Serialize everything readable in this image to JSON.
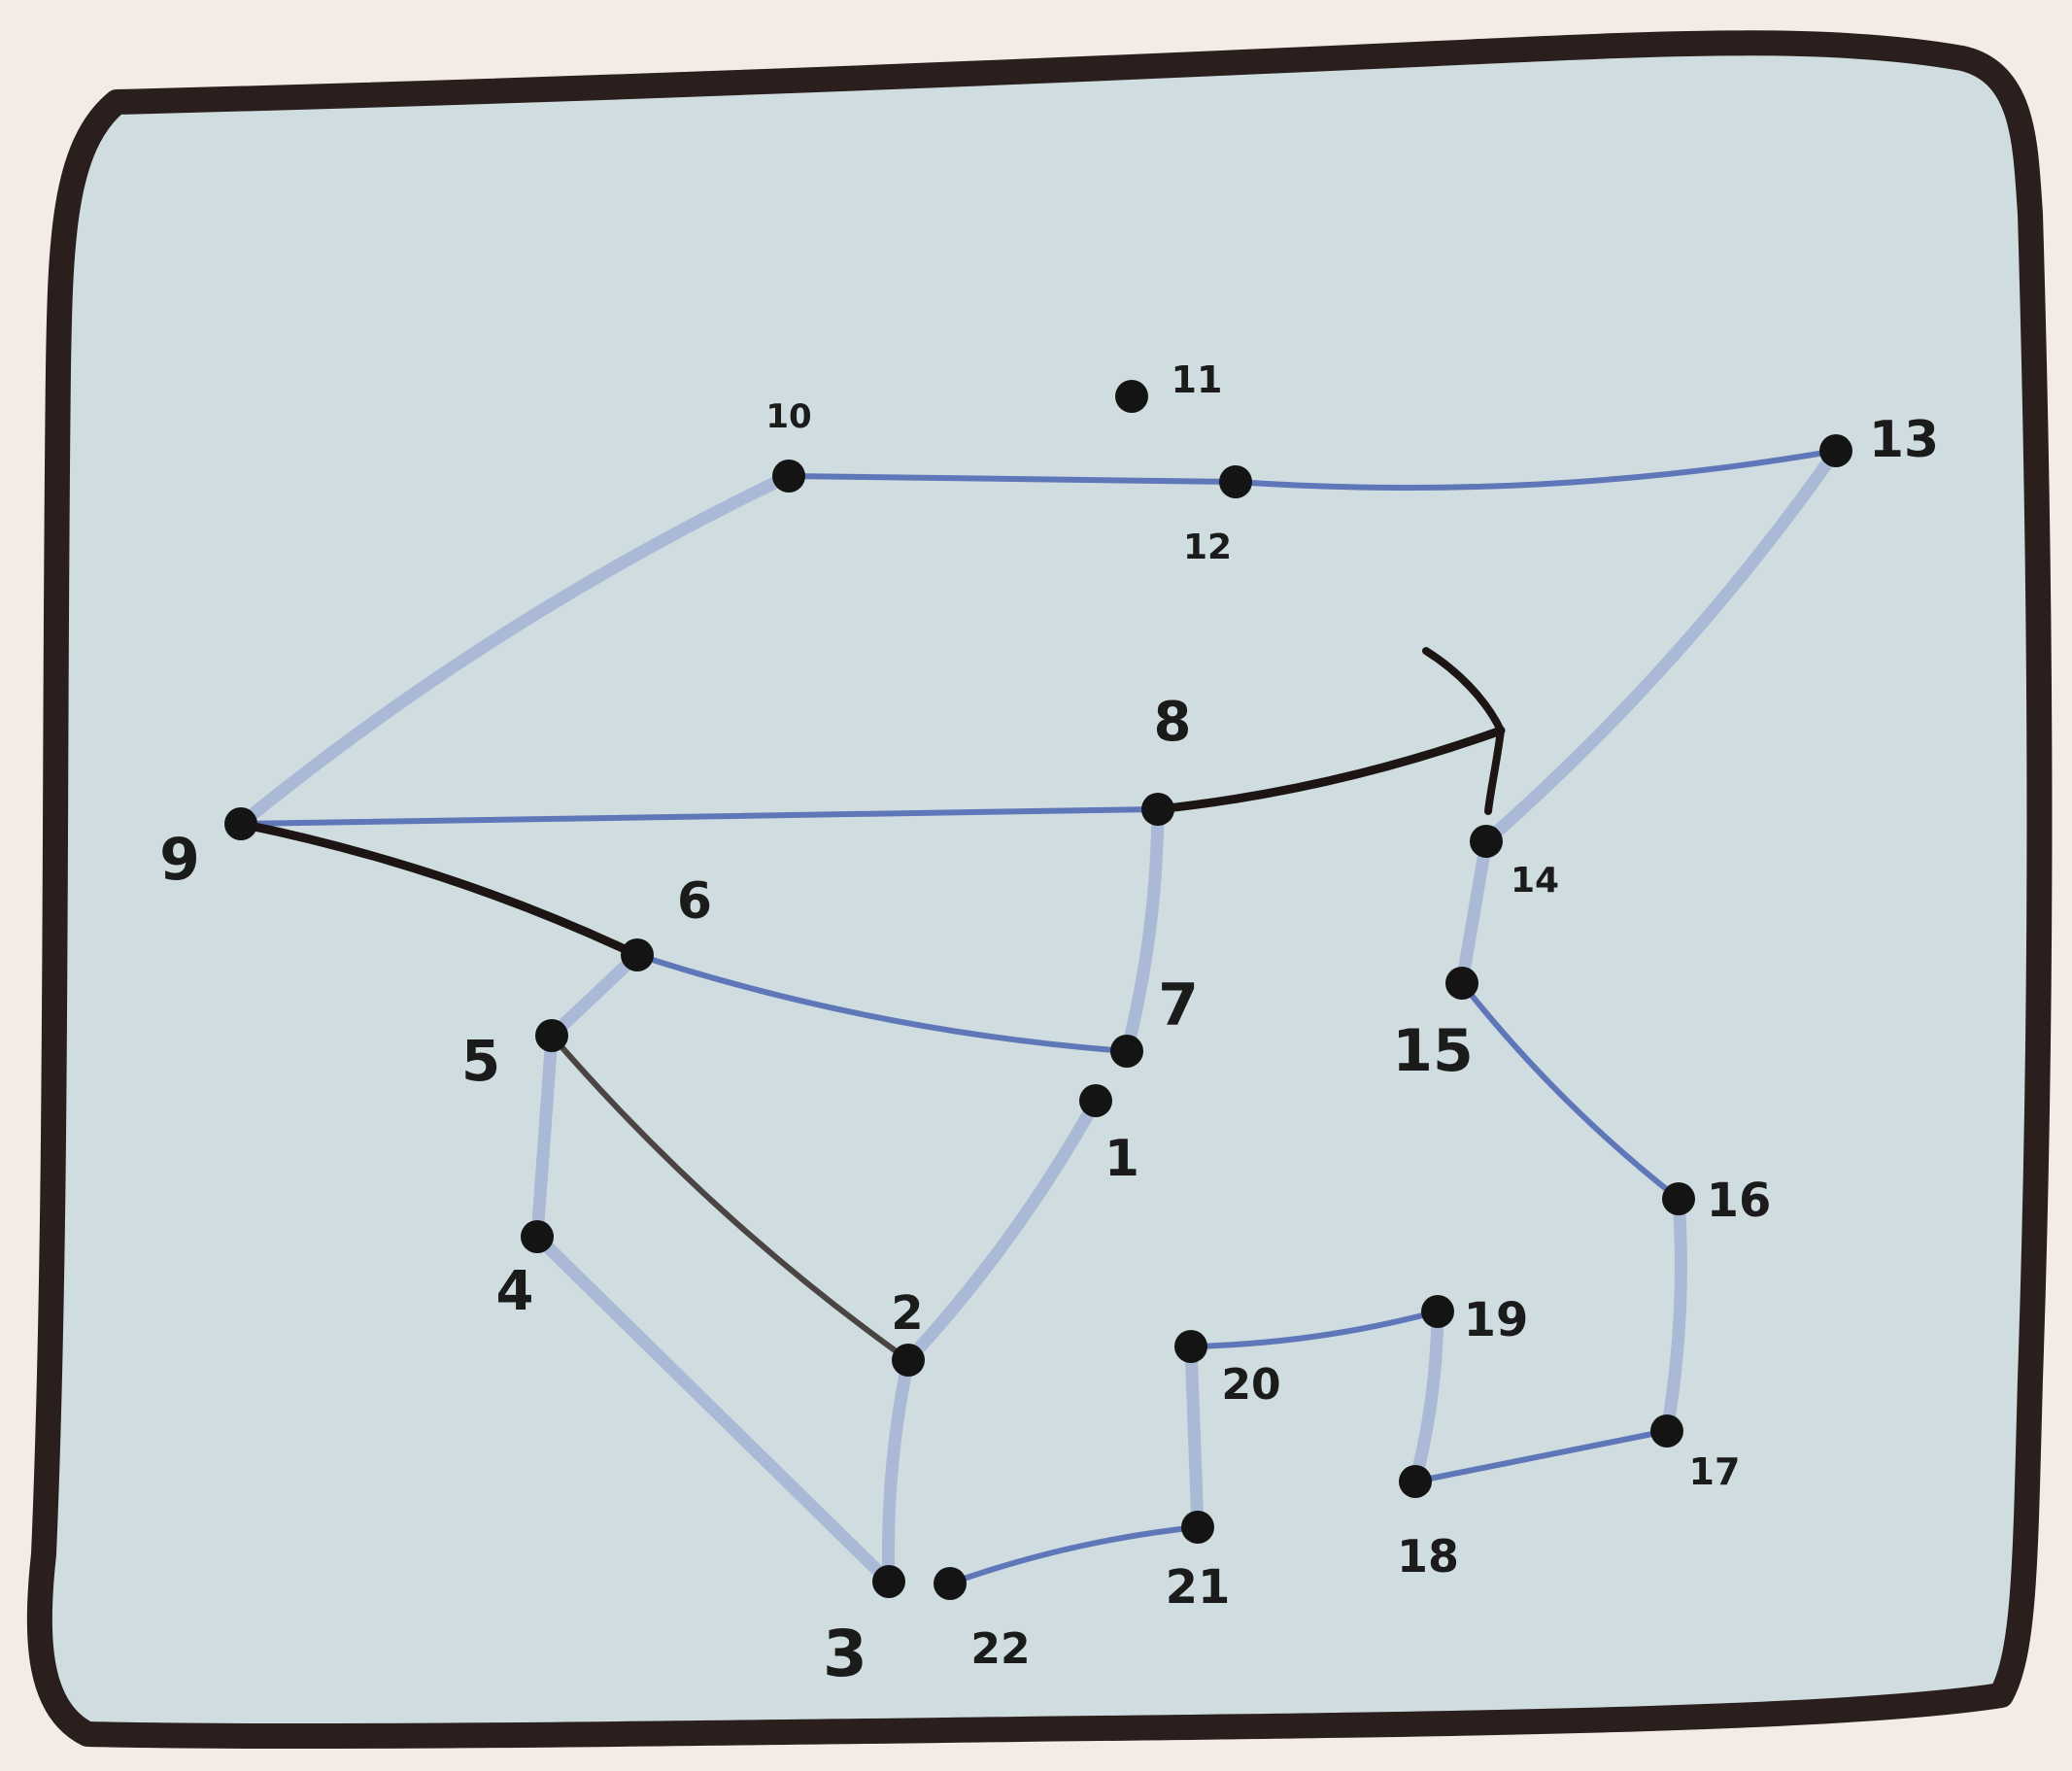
{
  "colors": {
    "background": "#f3ece6",
    "panel_fill": "#cfdde0",
    "frame": "#2a1f1d",
    "thin_edge": "#5f77b8",
    "thick_edge": "#aab9d6",
    "dark_edge": "#1c1514",
    "node": "#141414"
  },
  "nodes": [
    {
      "id": "n10",
      "label": "10"
    },
    {
      "id": "n11",
      "label": "11"
    },
    {
      "id": "n12",
      "label": "12"
    },
    {
      "id": "n13",
      "label": "13"
    },
    {
      "id": "n8",
      "label": "8"
    },
    {
      "id": "n9",
      "label": "9"
    },
    {
      "id": "n6",
      "label": "6"
    },
    {
      "id": "n5",
      "label": "5"
    },
    {
      "id": "n7",
      "label": "7"
    },
    {
      "id": "n1",
      "label": "1"
    },
    {
      "id": "n14",
      "label": "14"
    },
    {
      "id": "n15",
      "label": "15"
    },
    {
      "id": "n16",
      "label": "16"
    },
    {
      "id": "n4",
      "label": "4"
    },
    {
      "id": "n2",
      "label": "2"
    },
    {
      "id": "n3",
      "label": "3"
    },
    {
      "id": "n22",
      "label": "22"
    },
    {
      "id": "n21",
      "label": "21"
    },
    {
      "id": "n20",
      "label": "20"
    },
    {
      "id": "n19",
      "label": "19"
    },
    {
      "id": "n18",
      "label": "18"
    },
    {
      "id": "n17",
      "label": "17"
    }
  ],
  "edges": [
    {
      "from": "n9",
      "to": "n10",
      "style": "thick"
    },
    {
      "from": "n10",
      "to": "n12",
      "style": "thin"
    },
    {
      "from": "n12",
      "to": "n13",
      "style": "thin"
    },
    {
      "from": "n13",
      "to": "n14",
      "style": "thick"
    },
    {
      "from": "n9",
      "to": "n8",
      "style": "thin"
    },
    {
      "from": "n8",
      "to": "arrow",
      "style": "dark"
    },
    {
      "from": "n9",
      "to": "n6",
      "style": "dark"
    },
    {
      "from": "n6",
      "to": "n5",
      "style": "thick"
    },
    {
      "from": "n6",
      "to": "n7",
      "style": "thin"
    },
    {
      "from": "n8",
      "to": "n7",
      "style": "thick"
    },
    {
      "from": "n5",
      "to": "n4",
      "style": "thick"
    },
    {
      "from": "n5",
      "to": "n2",
      "style": "darkthin"
    },
    {
      "from": "n1",
      "to": "n2",
      "style": "thick"
    },
    {
      "from": "n4",
      "to": "n3",
      "style": "thick"
    },
    {
      "from": "n2",
      "to": "n3",
      "style": "thick"
    },
    {
      "from": "n22",
      "to": "n21",
      "style": "thin"
    },
    {
      "from": "n21",
      "to": "n20",
      "style": "thick"
    },
    {
      "from": "n20",
      "to": "n19",
      "style": "thin"
    },
    {
      "from": "n19",
      "to": "n18",
      "style": "thick"
    },
    {
      "from": "n18",
      "to": "n17",
      "style": "thin"
    },
    {
      "from": "n17",
      "to": "n16",
      "style": "thick"
    },
    {
      "from": "n16",
      "to": "n15",
      "style": "thin"
    },
    {
      "from": "n15",
      "to": "n14",
      "style": "thick"
    }
  ]
}
